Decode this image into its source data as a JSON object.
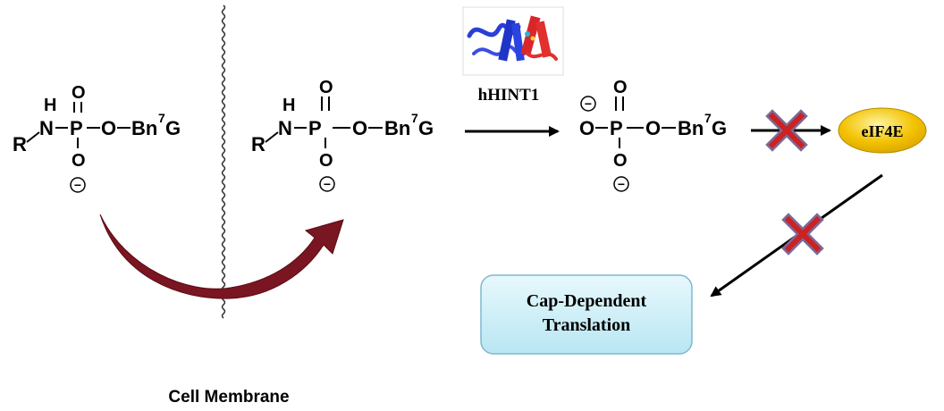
{
  "molecule_left": {
    "h": "H",
    "n": "N",
    "r": "R",
    "p": "P",
    "o_top": "O",
    "o_bottom": "O",
    "o_ester": "O",
    "bn": "Bn",
    "sup": "7",
    "g": "G",
    "charge": "−"
  },
  "molecule_middle": {
    "h": "H",
    "n": "N",
    "r": "R",
    "p": "P",
    "o_top": "O",
    "o_bottom": "O",
    "o_ester": "O",
    "bn": "Bn",
    "sup": "7",
    "g": "G",
    "charge": "−"
  },
  "molecule_right": {
    "o_left": "O",
    "p": "P",
    "o_top": "O",
    "o_bottom": "O",
    "o_ester": "O",
    "bn": "Bn",
    "sup": "7",
    "g": "G",
    "charge_left": "−",
    "charge_bottom": "−"
  },
  "enzyme_label": "hHINT1",
  "target_label": "eIF4E",
  "outcome_line1": "Cap-Dependent",
  "outcome_line2": "Translation",
  "membrane_label": "Cell Membrane",
  "colors": {
    "curved_arrow": "#7a1522",
    "inhibit_cross": "#cc2222",
    "eif4e_fill": "#f2c200",
    "outcome_box_fill": "#c9eef7",
    "outcome_box_border": "#7fb8cf"
  },
  "icons": {
    "protein": "hhint1-protein-structure",
    "inhibit": "red-x-inhibition-mark"
  }
}
